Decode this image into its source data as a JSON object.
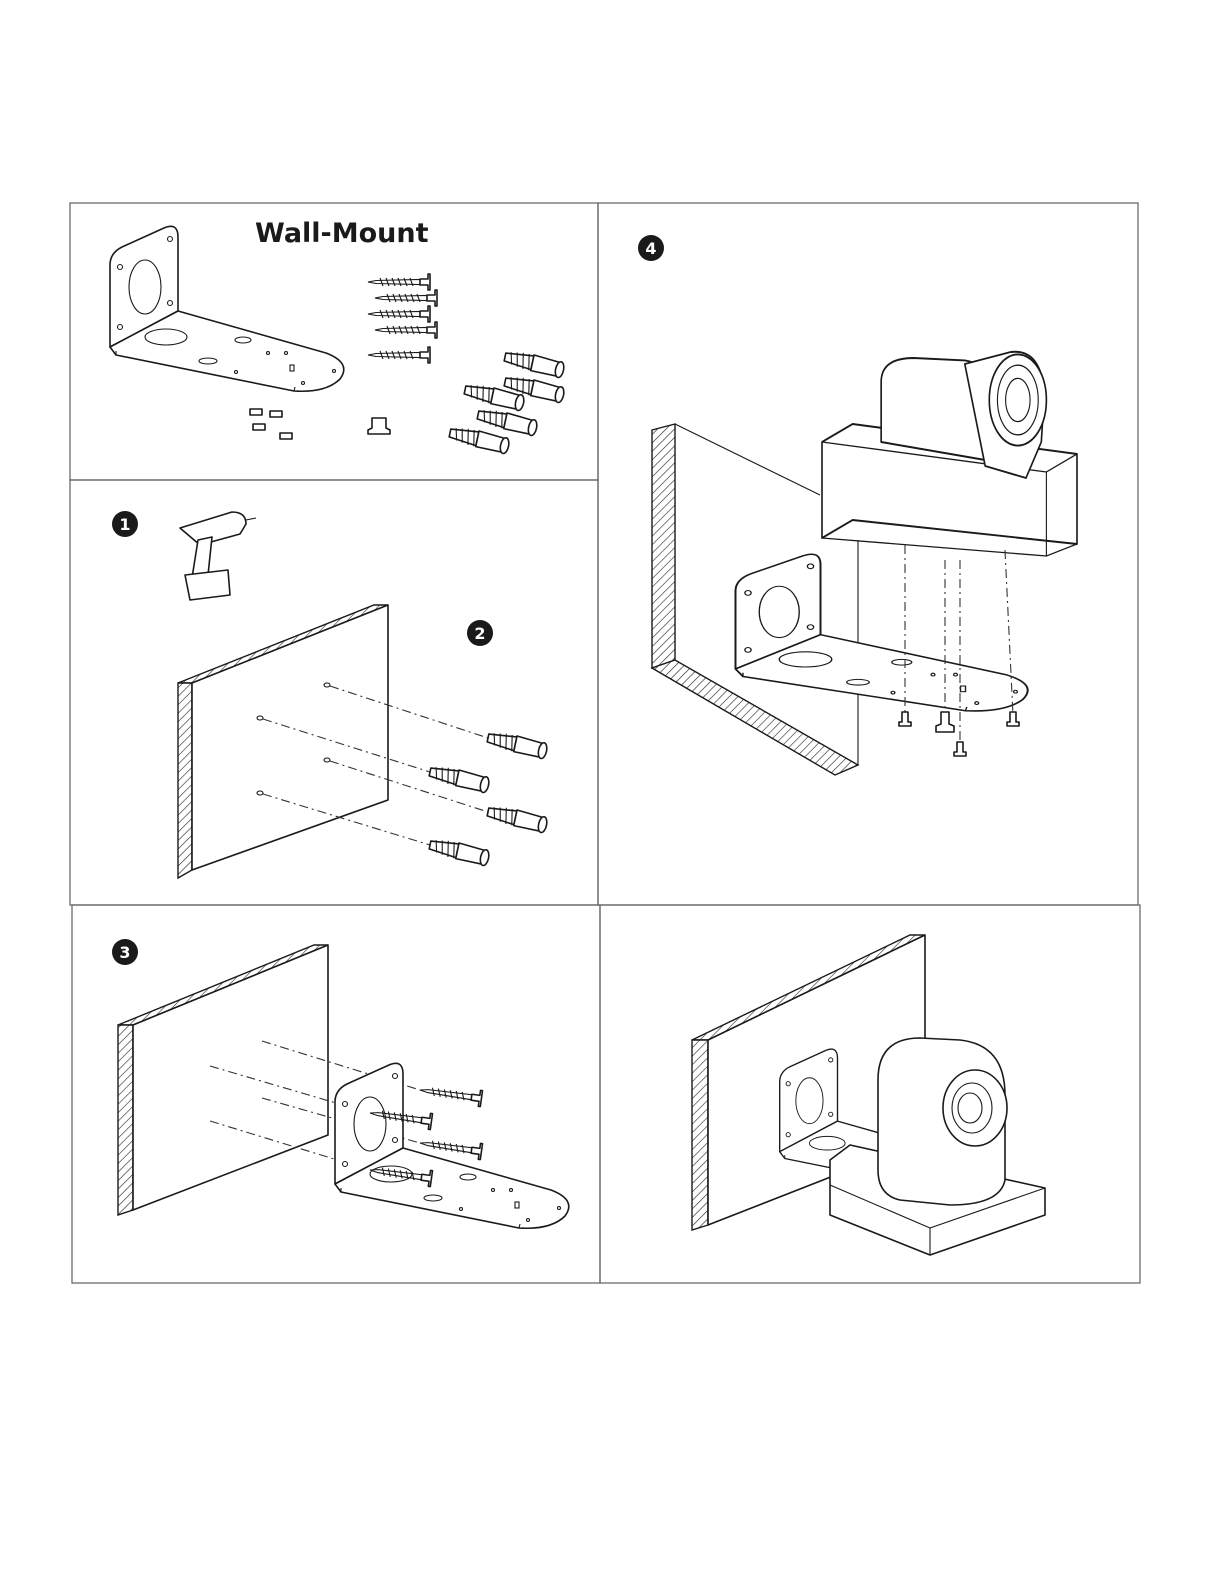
{
  "title": "Wall-Mount",
  "steps": [
    "1",
    "2",
    "3",
    "4"
  ],
  "colors": {
    "line": "#1a1a1a",
    "frame": "#6b6b6b",
    "background": "#ffffff"
  },
  "icons": [
    "drill-icon",
    "screw-icon",
    "wall-anchor-icon",
    "bracket-icon",
    "camera-icon",
    "wall-icon"
  ]
}
